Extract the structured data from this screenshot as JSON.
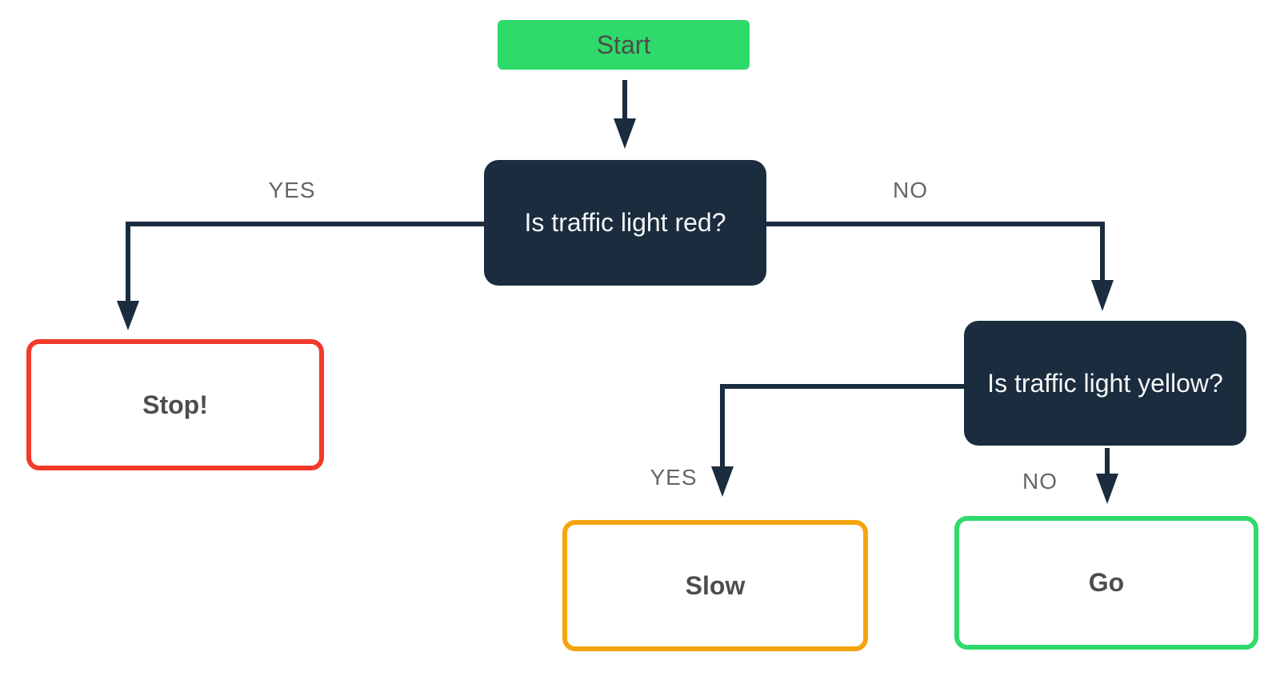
{
  "nodes": {
    "start": {
      "label": "Start"
    },
    "q_red": {
      "label": "Is traffic light red?"
    },
    "q_yellow": {
      "label": "Is traffic light yellow?"
    },
    "stop": {
      "label": "Stop!"
    },
    "slow": {
      "label": "Slow"
    },
    "go": {
      "label": "Go"
    }
  },
  "edges": {
    "red_yes": {
      "label": "YES"
    },
    "red_no": {
      "label": "NO"
    },
    "yellow_yes": {
      "label": "YES"
    },
    "yellow_no": {
      "label": "NO"
    }
  },
  "colors": {
    "start_green": "#2eda6a",
    "question_navy": "#1a2c3e",
    "connector_navy": "#1a2c3e",
    "stop_red": "#f23a2a",
    "slow_orange": "#f4a40d",
    "go_green": "#2eda6a",
    "label_gray": "#666666",
    "dark_text": "#4d4d4d",
    "light_text": "#f5f5f5",
    "background": "#ffffff"
  }
}
